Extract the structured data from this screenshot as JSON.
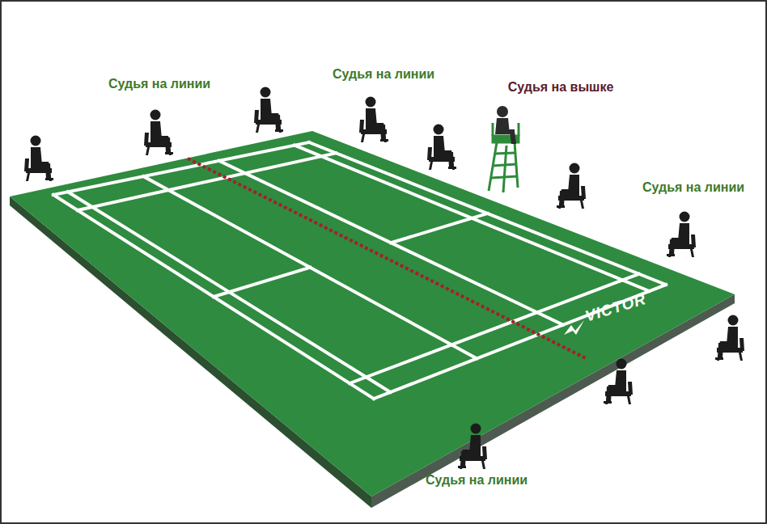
{
  "diagram": {
    "labels": [
      "Судья на линии",
      "Судья на линии",
      "Судья на вышке",
      "Судья на линии",
      "Судья на линии",
      "VICTOR"
    ]
  }
}
